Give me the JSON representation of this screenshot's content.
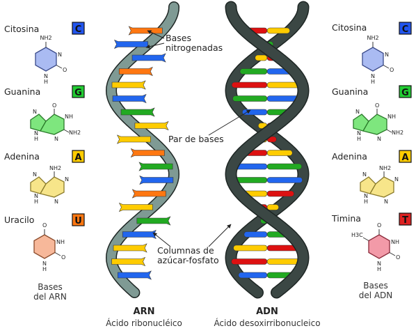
{
  "rna": {
    "bases": [
      {
        "name": "Citosina",
        "letter": "C",
        "color": "#2255ee",
        "mol_fill": "#aabbf2"
      },
      {
        "name": "Guanina",
        "letter": "G",
        "color": "#22cc33",
        "mol_fill": "#7ee67e"
      },
      {
        "name": "Adenina",
        "letter": "A",
        "color": "#ffcc00",
        "mol_fill": "#f7e58a"
      },
      {
        "name": "Uracilo",
        "letter": "U",
        "color": "#ff7711",
        "mol_fill": "#f7b89a"
      }
    ],
    "footer": [
      "Bases",
      "del ARN"
    ],
    "title": "ARN",
    "subtitle": "Ácido ribonucléico"
  },
  "dna": {
    "bases": [
      {
        "name": "Citosina",
        "letter": "C",
        "color": "#2255ee",
        "mol_fill": "#aabbf2"
      },
      {
        "name": "Guanina",
        "letter": "G",
        "color": "#22cc33",
        "mol_fill": "#7ee67e"
      },
      {
        "name": "Adenina",
        "letter": "A",
        "color": "#ffcc00",
        "mol_fill": "#f7e58a"
      },
      {
        "name": "Timina",
        "letter": "T",
        "color": "#dd2222",
        "mol_fill": "#f29aa8"
      }
    ],
    "footer": [
      "Bases",
      "del ADN"
    ],
    "title": "ADN",
    "subtitle": "Ácido desoxirribonucleico"
  },
  "molecule_labels": {
    "citosina": [
      "NH2",
      "N",
      "O",
      "N",
      "H"
    ],
    "guanina": [
      "O",
      "NH",
      "N",
      "NH2",
      "N",
      "N",
      "H"
    ],
    "adenina": [
      "NH2",
      "N",
      "N",
      "N",
      "N",
      "H"
    ],
    "uracilo": [
      "O",
      "NH",
      "O",
      "N",
      "H"
    ],
    "timina": [
      "O",
      "H3C",
      "NH",
      "O",
      "N",
      "H"
    ]
  },
  "annotations": {
    "bases_nitrogenadas": [
      "Bases",
      "nitrogenadas"
    ],
    "par_de_bases": "Par de bases",
    "columnas": [
      "Columnas de",
      "azúcar-fosfato"
    ]
  },
  "colors": {
    "rna_backbone": "#7f9a94",
    "dna_backbone": "#3b4744",
    "backbone_outline": "#1e2624",
    "cytosine": "#2266ee",
    "guanine": "#22aa22",
    "adenine": "#ffcc00",
    "uracil": "#ff7711",
    "thymine": "#dd1111"
  }
}
